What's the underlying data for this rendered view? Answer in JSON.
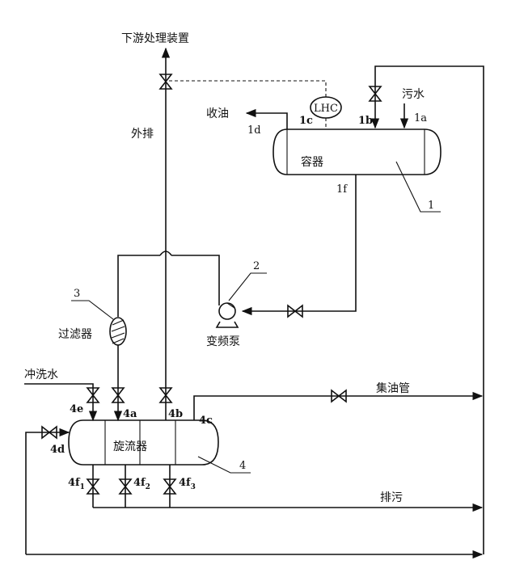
{
  "labels": {
    "downstream": "下游处理装置",
    "external_discharge": "外排",
    "oil_recovery": "收油",
    "sewage": "污水",
    "vessel": "容器",
    "filter": "过滤器",
    "vfd_pump": "变频泵",
    "flush_water": "冲洗水",
    "hydrocyclone": "旋流器",
    "oil_header": "集油管",
    "blowdown": "排污",
    "controller": "LHC"
  },
  "ports": {
    "p1a": "1a",
    "p1b": "1b",
    "p1c": "1c",
    "p1d": "1d",
    "p1f": "1f",
    "p4a": "4a",
    "p4b": "4b",
    "p4c": "4c",
    "p4d": "4d",
    "p4e": "4e"
  },
  "outlets": {
    "f1": {
      "base": "4f",
      "sub": "1"
    },
    "f2": {
      "base": "4f",
      "sub": "2"
    },
    "f3": {
      "base": "4f",
      "sub": "3"
    }
  },
  "callouts": {
    "c1": "1",
    "c2": "2",
    "c3": "3",
    "c4": "4"
  }
}
